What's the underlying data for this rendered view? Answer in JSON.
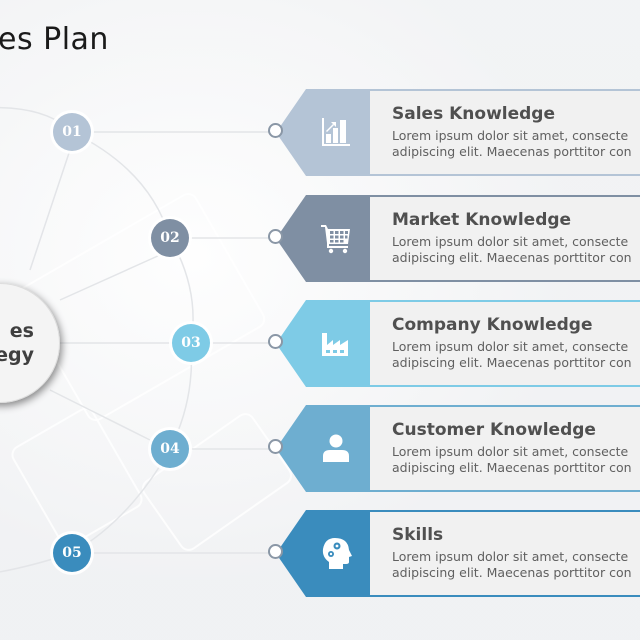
{
  "slide": {
    "title": "es Plan",
    "hub": {
      "line1": "es",
      "line2": "egy"
    }
  },
  "colors": {
    "item1": "#b4c4d6",
    "item2": "#7f8fa3",
    "item3": "#7ecbe6",
    "item4": "#6eaed0",
    "item5": "#3a8cbd"
  },
  "items": [
    {
      "number": "01",
      "title": "Sales Knowledge",
      "icon": "bar-chart-growth-icon",
      "line1": "Lorem ipsum  dolor sit amet, consecte",
      "line2": "adipiscing  elit.  Maecenas porttitor con"
    },
    {
      "number": "02",
      "title": "Market Knowledge",
      "icon": "shopping-cart-icon",
      "line1": "Lorem ipsum  dolor sit amet, consecte",
      "line2": "adipiscing  elit.  Maecenas porttitor con"
    },
    {
      "number": "03",
      "title": "Company Knowledge",
      "icon": "factory-icon",
      "line1": "Lorem ipsum  dolor sit amet, consecte",
      "line2": "adipiscing  elit.  Maecenas porttitor con"
    },
    {
      "number": "04",
      "title": "Customer Knowledge",
      "icon": "user-icon",
      "line1": "Lorem ipsum  dolor sit amet, consecte",
      "line2": "adipiscing  elit.  Maecenas porttitor con"
    },
    {
      "number": "05",
      "title": "Skills",
      "icon": "head-gears-icon",
      "line1": "Lorem ipsum  dolor sit amet, consecte",
      "line2": "adipiscing  elit.  Maecenas porttitor con"
    }
  ]
}
